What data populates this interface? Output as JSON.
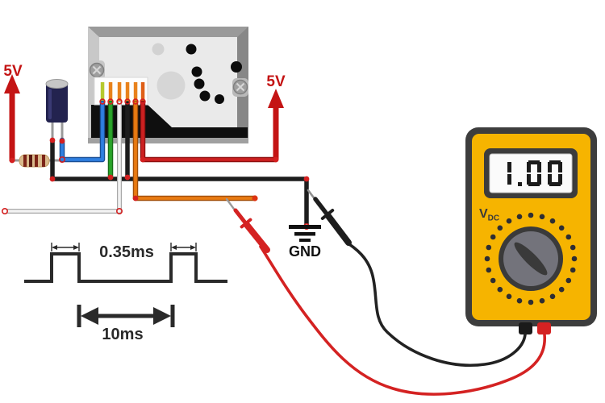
{
  "figure": {
    "type": "wiring-diagram",
    "description": "Dust sensor wired with resistor and capacitor to 5V, output pulse measured by a digital multimeter"
  },
  "labels": {
    "supply_left": "5V",
    "supply_right": "5V",
    "ground": "GND"
  },
  "waveform": {
    "pulse_width_label": "0.35ms",
    "period_label": "10ms"
  },
  "multimeter": {
    "display": "1.00",
    "mode": "V",
    "mode_sub": "DC"
  },
  "components": {
    "sensor": "dust-sensor",
    "capacitor": "electrolytic-capacitor",
    "resistor": "resistor",
    "multimeter": "digital-multimeter",
    "probe_red": "red-test-probe",
    "probe_black": "black-test-probe"
  },
  "colors": {
    "supply_red": "#c41414",
    "wire_red": "#cc2121",
    "wire_black": "#1d1d1d",
    "wire_blue": "#2f7fe0",
    "wire_green": "#2aa42a",
    "wire_white": "#f2f2f2",
    "wire_orange": "#e87a12",
    "meter_body": "#f6b400",
    "meter_frame": "#3d3d3d",
    "diagram_ink": "#2a2a2a"
  }
}
